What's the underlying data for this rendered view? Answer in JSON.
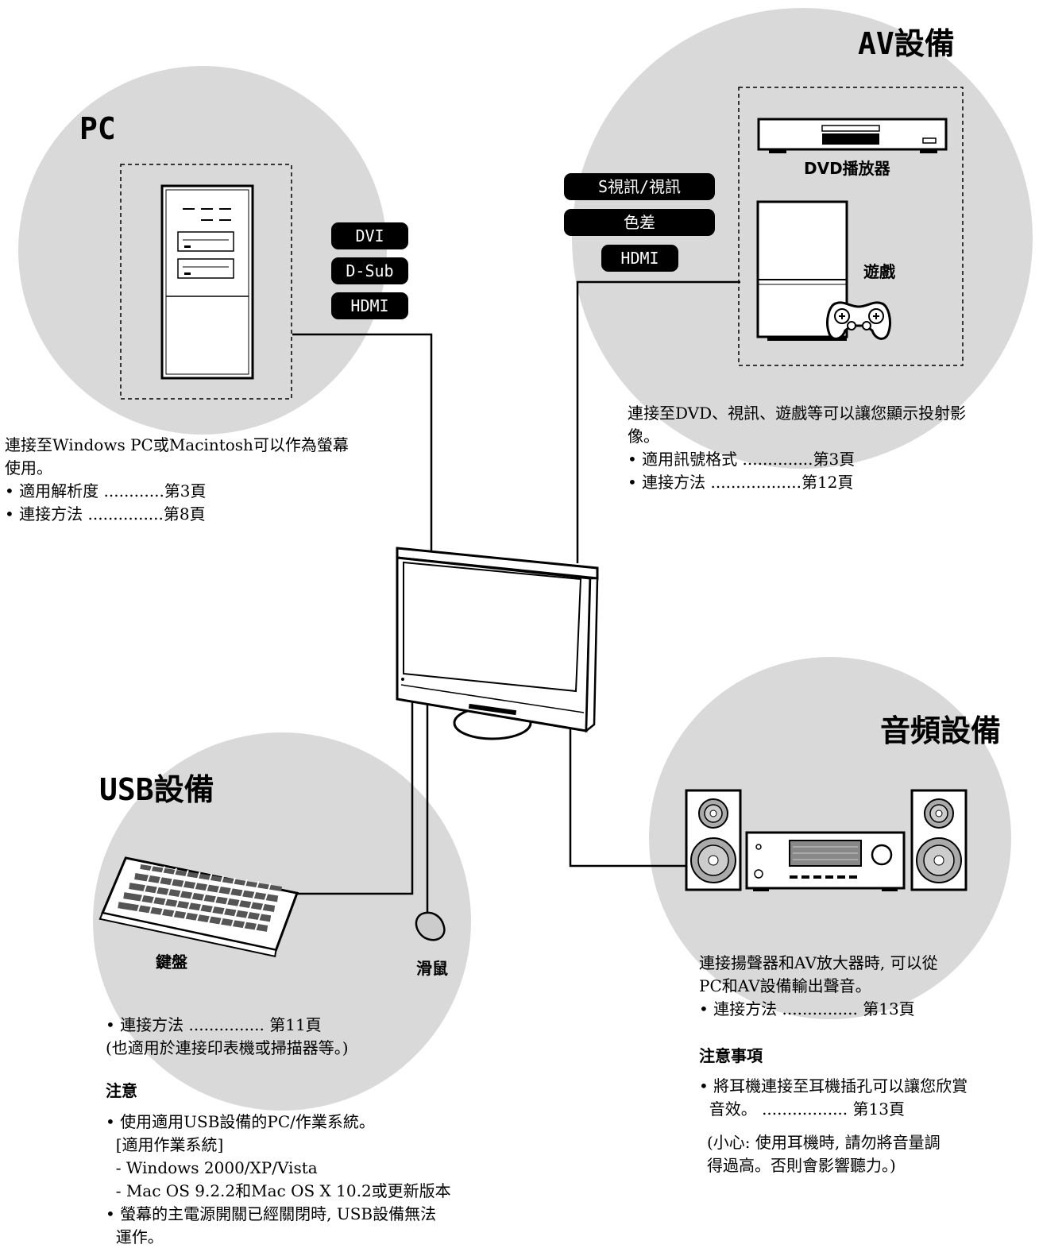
{
  "pc": {
    "title": "PC",
    "connectors": [
      "DVI",
      "D-Sub",
      "HDMI"
    ],
    "desc_line1": "連接至Windows PC或Macintosh可以作為螢幕",
    "desc_line2": "使用。",
    "items": [
      "• 適用解析度 ............第3頁",
      "• 連接方法 ...............第8頁"
    ]
  },
  "av": {
    "title": "AV設備",
    "connectors": [
      "S視訊/視訊",
      "色差",
      "HDMI"
    ],
    "dvd_label": "DVD播放器",
    "game_label": "遊戲",
    "desc_line1": "連接至DVD、視訊、遊戲等可以讓您顯示投射影",
    "desc_line2": "像。",
    "items": [
      "• 適用訊號格式 ..............第3頁",
      "• 連接方法 ..................第12頁"
    ]
  },
  "usb": {
    "title": "USB設備",
    "keyboard_label": "鍵盤",
    "mouse_label": "滑鼠",
    "item": "• 連接方法 ............... 第11頁",
    "item_note": "(也適用於連接印表機或掃描器等。)",
    "note_heading": "注意",
    "notes": [
      "• 使用適用USB設備的PC/作業系統。",
      "  [適用作業系統]",
      "  - Windows 2000/XP/Vista",
      "  - Mac OS 9.2.2和Mac OS X 10.2或更新版本",
      "• 螢幕的主電源開關已經關閉時, USB設備無法",
      "  運作。"
    ]
  },
  "audio": {
    "title": "音頻設備",
    "desc_line1": "連接揚聲器和AV放大器時, 可以從",
    "desc_line2": "PC和AV設備輸出聲音。",
    "item": "• 連接方法 ............... 第13頁",
    "note_heading": "注意事項",
    "notes": [
      "• 將耳機連接至耳機插孔可以讓您欣賞",
      "  音效。 ................. 第13頁"
    ],
    "caution": [
      "(小心: 使用耳機時, 請勿將音量調",
      "得過高。否則會影響聽力。)"
    ]
  }
}
